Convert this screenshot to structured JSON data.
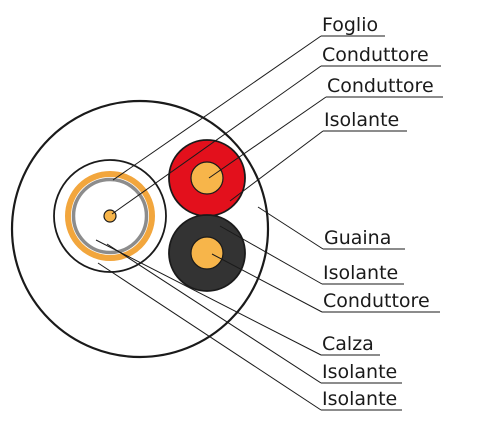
{
  "colors": {
    "outline": "#1a1a1a",
    "sheath": "#ffffff",
    "red_insulation": "#e3101c",
    "black_insulation": "#333333",
    "conductor": "#f7b54a",
    "foil": "#f2a63d",
    "braid": "#8c8c8c"
  },
  "labels": [
    {
      "id": "foglio",
      "text": "Foglio"
    },
    {
      "id": "conduttore-1",
      "text": "Conduttore"
    },
    {
      "id": "conduttore-2",
      "text": "Conduttore"
    },
    {
      "id": "isolante-1",
      "text": "Isolante"
    },
    {
      "id": "guaina",
      "text": "Guaina"
    },
    {
      "id": "isolante-2",
      "text": "Isolante"
    },
    {
      "id": "conduttore-3",
      "text": "Conduttore"
    },
    {
      "id": "calza",
      "text": "Calza"
    },
    {
      "id": "isolante-3",
      "text": "Isolante"
    },
    {
      "id": "isolante-4",
      "text": "Isolante"
    }
  ]
}
